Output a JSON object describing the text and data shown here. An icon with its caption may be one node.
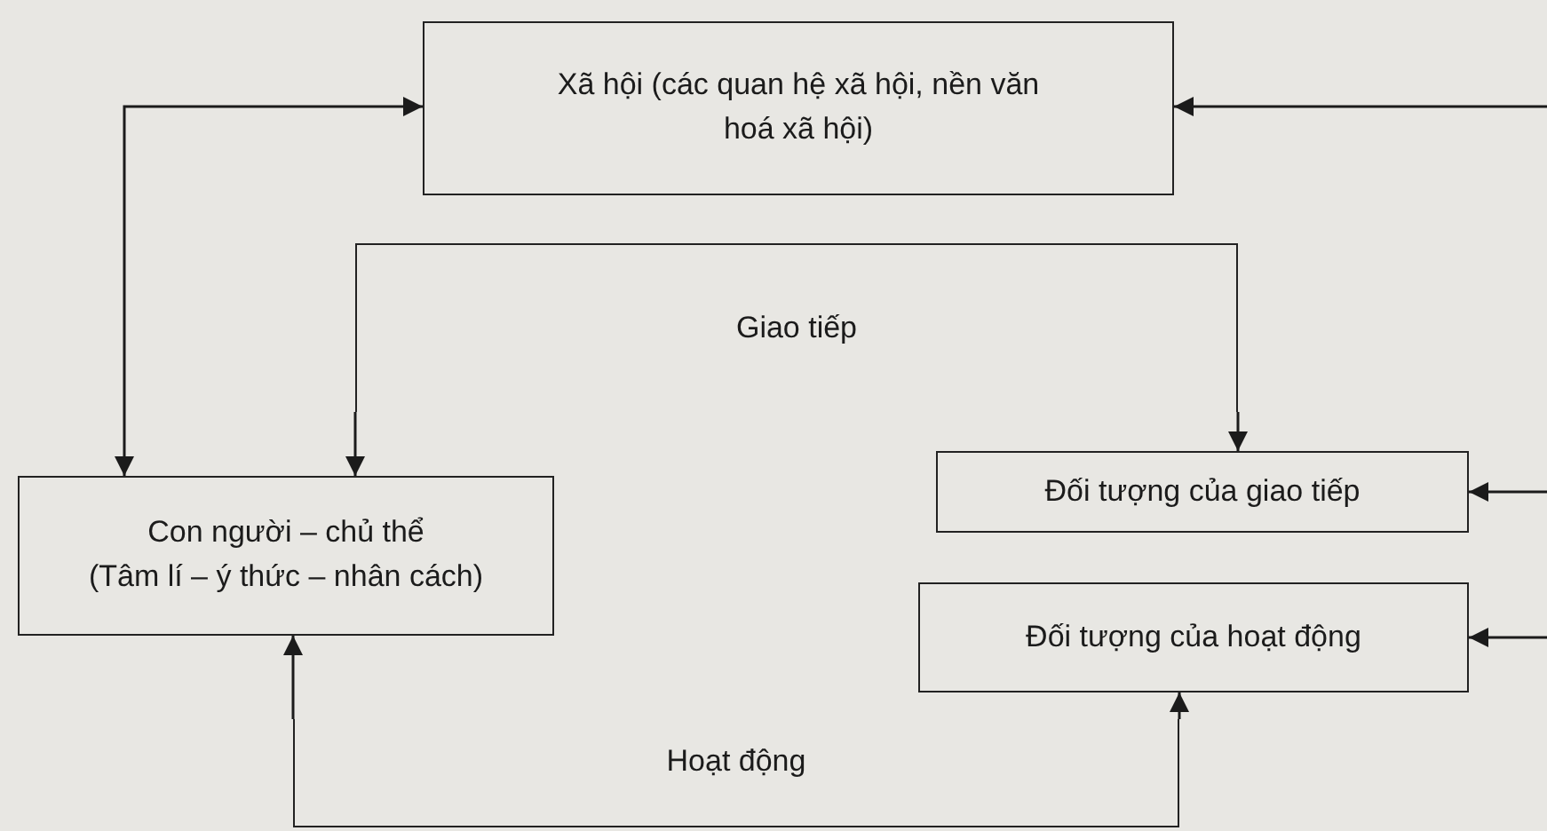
{
  "diagram": {
    "nodes": [
      {
        "text": [
          "Xã hội (các quan hệ xã hội, nền văn hoá xã hội)"
        ]
      },
      {
        "text": [
          "Giao tiếp"
        ]
      },
      {
        "text": [
          "Con người – chủ thể",
          "(Tâm lí – ý thức – nhân cách)"
        ]
      },
      {
        "text": [
          "Đối tượng của giao tiếp"
        ]
      },
      {
        "text": [
          "Đối tượng của hoạt động"
        ]
      },
      {
        "text": [
          "Hoạt động"
        ]
      }
    ],
    "edges": [
      {
        "from": 2,
        "to": 0,
        "arrow": "both"
      },
      {
        "from": null,
        "to": 0,
        "arrow": "to"
      },
      {
        "from": 1,
        "to": 2,
        "arrow": "to"
      },
      {
        "from": 1,
        "to": 3,
        "arrow": "to"
      },
      {
        "from": null,
        "to": 3,
        "arrow": "to"
      },
      {
        "from": null,
        "to": 4,
        "arrow": "to"
      },
      {
        "from": 5,
        "to": 2,
        "arrow": "to"
      },
      {
        "from": 5,
        "to": 4,
        "arrow": "to"
      }
    ]
  }
}
